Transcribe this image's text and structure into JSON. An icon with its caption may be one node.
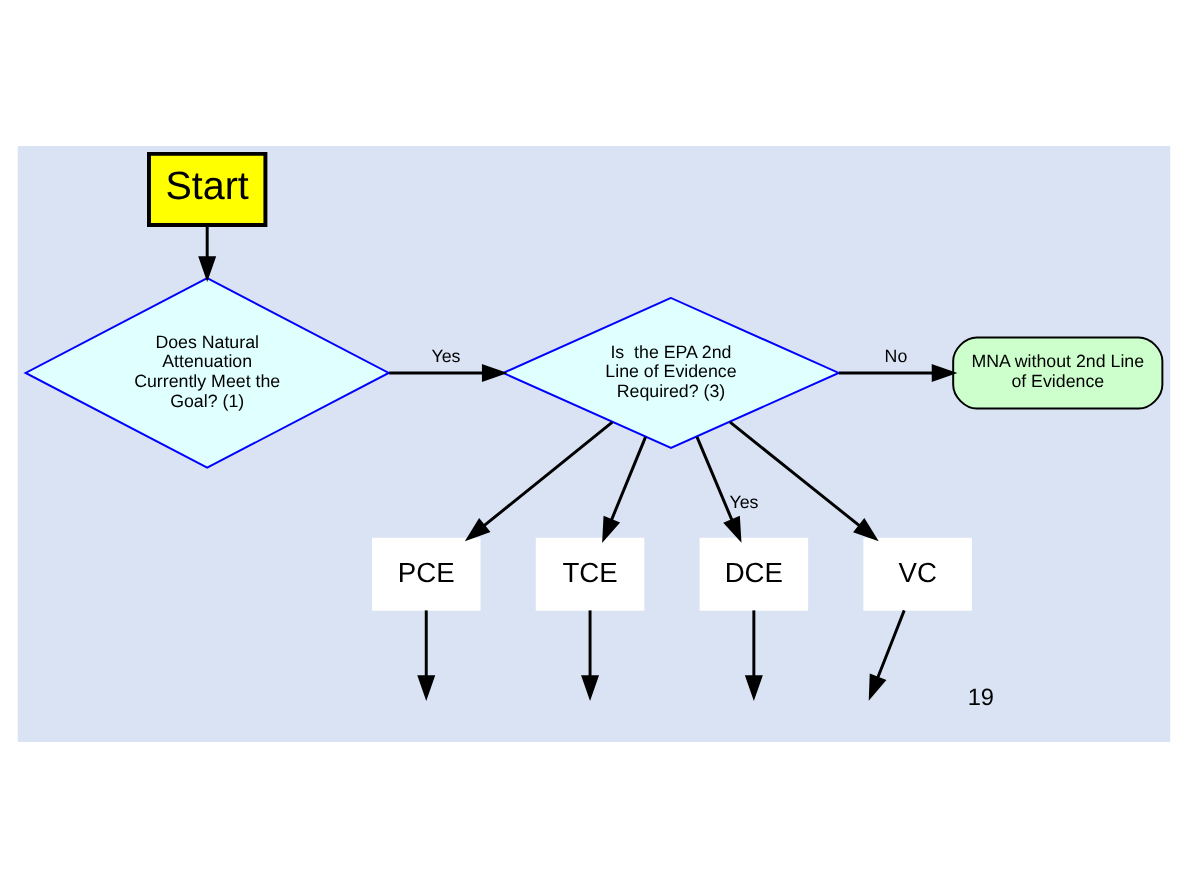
{
  "diagram": {
    "nodes": [
      {
        "text": [
          "Start"
        ]
      },
      {
        "text": [
          "Does Natural Attenuation Currently Meet the Goal? (1)"
        ]
      },
      {
        "text": [
          "Is  the EPA 2nd Line of Evidence Required? (3)"
        ]
      },
      {
        "text": [
          "MNA without 2nd Line of Evidence"
        ]
      },
      {
        "text": [
          "PCE"
        ]
      },
      {
        "text": [
          "TCE"
        ]
      },
      {
        "text": [
          "DCE"
        ]
      },
      {
        "text": [
          "VC"
        ]
      }
    ],
    "edges": [
      {
        "from": 0,
        "to": 1,
        "arrow": "to"
      },
      {
        "from": 1,
        "to": 2,
        "label": "Yes",
        "arrow": "to"
      },
      {
        "from": 2,
        "to": 3,
        "label": "No",
        "arrow": "to"
      },
      {
        "from": 2,
        "to": 4,
        "arrow": "to"
      },
      {
        "from": 2,
        "to": 5,
        "arrow": "to"
      },
      {
        "from": 2,
        "to": 6,
        "label": "Yes",
        "arrow": "to"
      },
      {
        "from": 2,
        "to": 7,
        "arrow": "to"
      },
      {
        "from": 4,
        "to": null,
        "arrow": "to"
      },
      {
        "from": 5,
        "to": null,
        "arrow": "to"
      },
      {
        "from": 6,
        "to": null,
        "arrow": "to"
      },
      {
        "from": 7,
        "to": null,
        "arrow": "to"
      }
    ],
    "labels": [
      "19"
    ]
  }
}
